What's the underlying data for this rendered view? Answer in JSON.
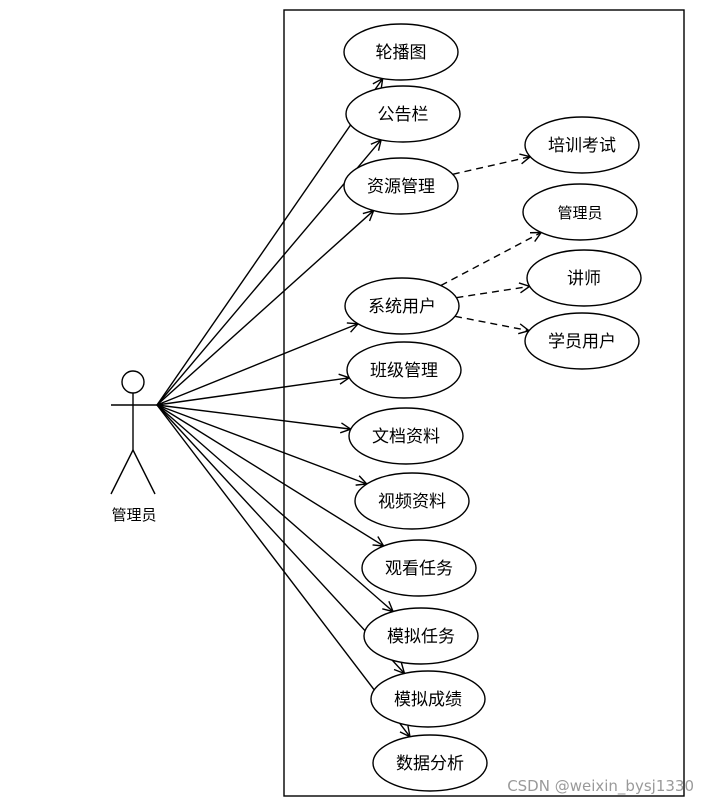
{
  "actor": {
    "label": "管理员"
  },
  "use_cases": [
    "轮播图",
    "公告栏",
    "资源管理",
    "系统用户",
    "班级管理",
    "文档资料",
    "视频资料",
    "观看任务",
    "模拟任务",
    "模拟成绩",
    "数据分析"
  ],
  "extensions": {
    "resource": [
      "培训考试"
    ],
    "users": [
      "管理员",
      "讲师",
      "学员用户"
    ]
  },
  "watermark": "CSDN @weixin_bysj1330"
}
